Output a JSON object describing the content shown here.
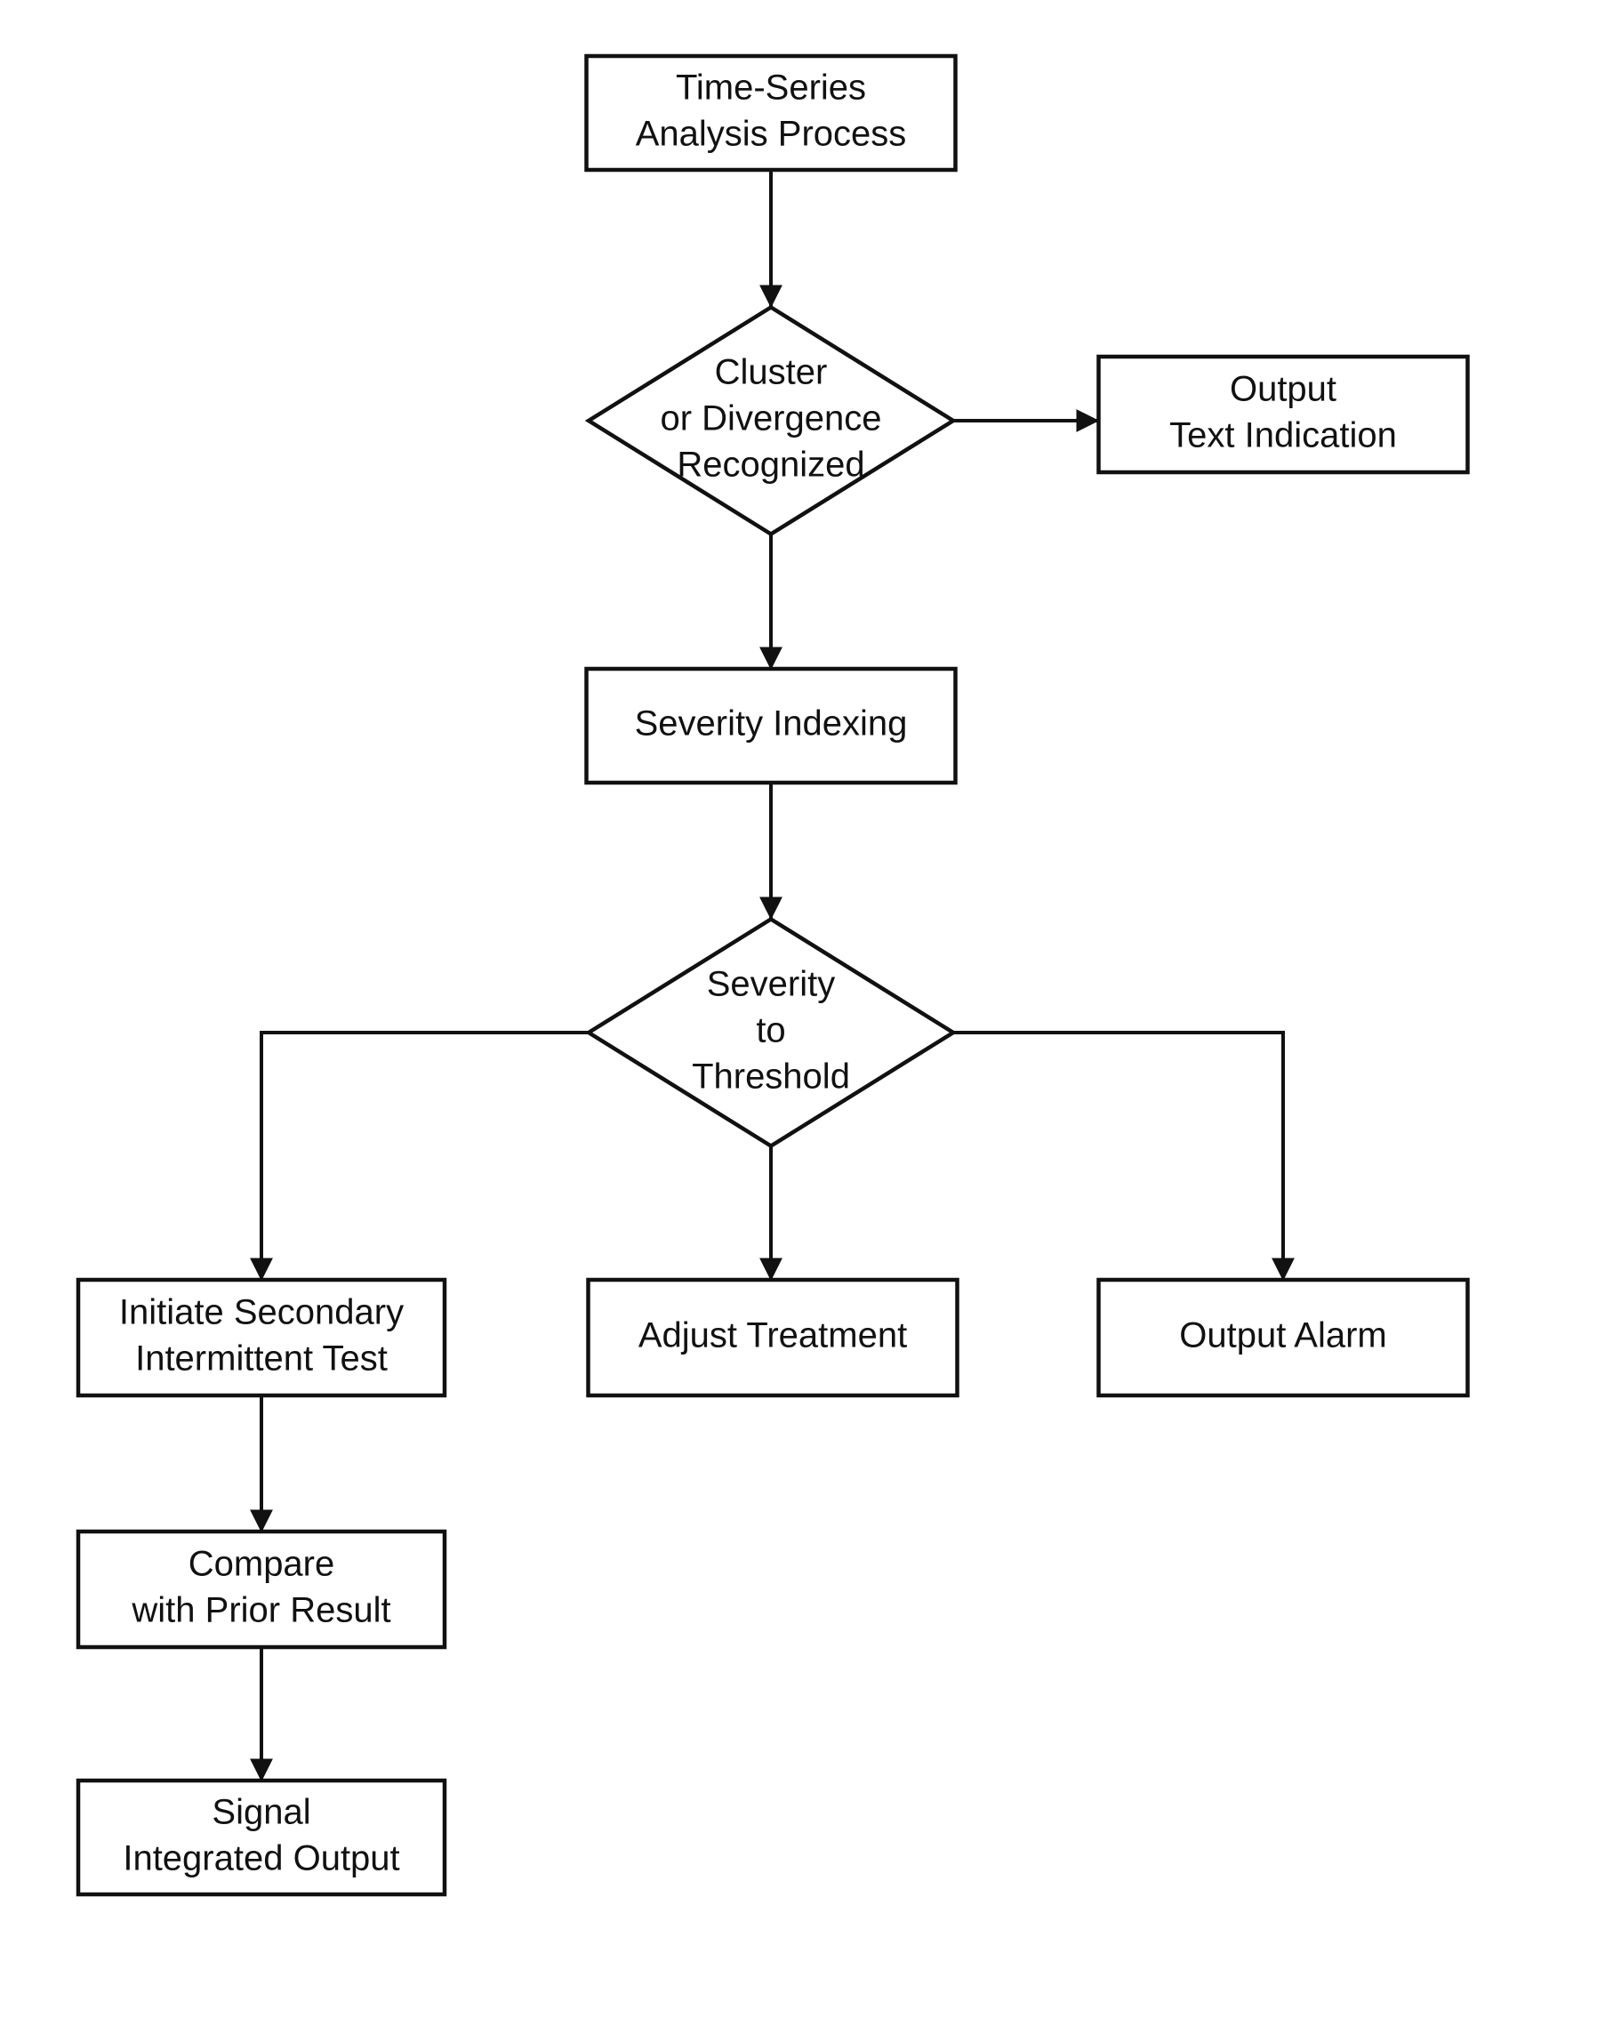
{
  "diagram": {
    "nodes": [
      {
        "id": "time-series",
        "shape": "rect",
        "lines": [
          "Time-Series",
          "Analysis Process"
        ]
      },
      {
        "id": "cluster-decision",
        "shape": "diamond",
        "lines": [
          "Cluster",
          "or Divergence",
          "Recognized"
        ]
      },
      {
        "id": "output-text",
        "shape": "rect",
        "lines": [
          "Output",
          "Text Indication"
        ]
      },
      {
        "id": "severity-indexing",
        "shape": "rect",
        "lines": [
          "Severity Indexing"
        ]
      },
      {
        "id": "severity-decision",
        "shape": "diamond",
        "lines": [
          "Severity",
          "to",
          "Threshold"
        ]
      },
      {
        "id": "secondary-test",
        "shape": "rect",
        "lines": [
          "Initiate Secondary",
          "Intermittent Test"
        ]
      },
      {
        "id": "adjust-treatment",
        "shape": "rect",
        "lines": [
          "Adjust Treatment"
        ]
      },
      {
        "id": "output-alarm",
        "shape": "rect",
        "lines": [
          "Output Alarm"
        ]
      },
      {
        "id": "compare-prior",
        "shape": "rect",
        "lines": [
          "Compare",
          "with Prior Result"
        ]
      },
      {
        "id": "signal-output",
        "shape": "rect",
        "lines": [
          "Signal",
          "Integrated Output"
        ]
      }
    ],
    "edges": [
      {
        "from": "time-series",
        "to": "cluster-decision"
      },
      {
        "from": "cluster-decision",
        "to": "output-text"
      },
      {
        "from": "cluster-decision",
        "to": "severity-indexing"
      },
      {
        "from": "severity-indexing",
        "to": "severity-decision"
      },
      {
        "from": "severity-decision",
        "to": "secondary-test"
      },
      {
        "from": "severity-decision",
        "to": "adjust-treatment"
      },
      {
        "from": "severity-decision",
        "to": "output-alarm"
      },
      {
        "from": "secondary-test",
        "to": "compare-prior"
      },
      {
        "from": "compare-prior",
        "to": "signal-output"
      }
    ]
  }
}
